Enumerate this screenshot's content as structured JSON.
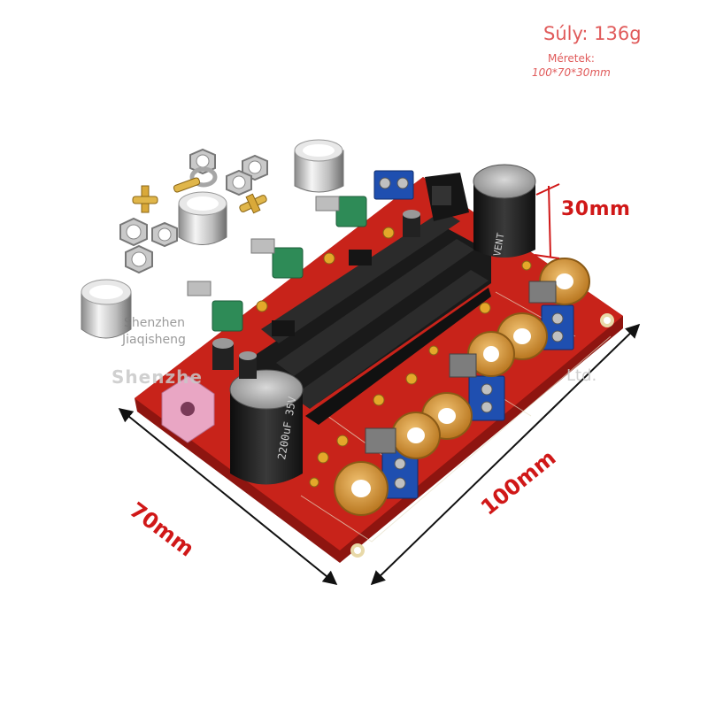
{
  "specs": {
    "weight": "Súly: 136g",
    "dimensions_label": "Méretek:",
    "dimensions_value": "100*70*30mm"
  },
  "dimension_marks": {
    "height": "30mm",
    "width": "70mm",
    "length": "100mm"
  },
  "watermark": {
    "line1": "Shenzhen",
    "line2": "Jiaqisheng",
    "line3": "Shenzhe",
    "line4": "Ltd."
  },
  "board_prints": {
    "cap_large": "2200uF 35V",
    "cap_small": "VENT"
  },
  "colors": {
    "pcb": "#c8231a",
    "heatsink": "#1a1a1a",
    "terminal": "#1f4fb0",
    "pot": "#2e8b57",
    "coil": "#d79a35",
    "dimension": "#d01818",
    "spec_text": "#e05a5a"
  }
}
